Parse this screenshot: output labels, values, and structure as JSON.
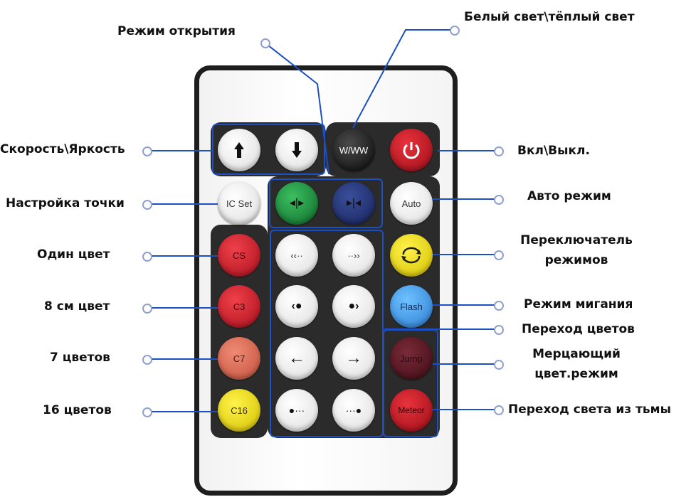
{
  "labels": {
    "open_mode": "Режим открытия",
    "white_warm": "Белый свет\\тёплый свет",
    "speed_brightness": "Скорость\\Яркость",
    "on_off": "Вкл\\Выкл.",
    "point_setting": "Настройка точки",
    "auto_mode": "Авто режим",
    "mode_switch_1": "Переключатель",
    "mode_switch_2": "режимов",
    "one_color": "Один цвет",
    "8cm_color": "8 см цвет",
    "blink_mode": "Режим мигания",
    "color_transition": "Переход цветов",
    "flicker_1": "Мерцающий",
    "flicker_2": "цвет.режим",
    "7_colors": "7 цветов",
    "16_colors": "16 цветов",
    "dark_light": "Переход света из тьмы"
  },
  "buttons": {
    "ww": "W/WW",
    "ic_set": "IC Set",
    "auto": "Auto",
    "cs": "CS",
    "c3": "C3",
    "c7": "C7",
    "c16": "C16",
    "flash": "Flash",
    "jump": "Jump",
    "meteor": "Meteor"
  },
  "icons": [
    "up-arrow",
    "down-arrow",
    "power",
    "expand-arrows",
    "collapse-arrows",
    "scroll-left",
    "scroll-right",
    "dot-left",
    "dot-right",
    "arrow-left",
    "arrow-right",
    "dots-left",
    "dots-right",
    "cycle"
  ],
  "colors": {
    "line": "#1d4fc4",
    "dot_border": "#8fa0d0"
  }
}
